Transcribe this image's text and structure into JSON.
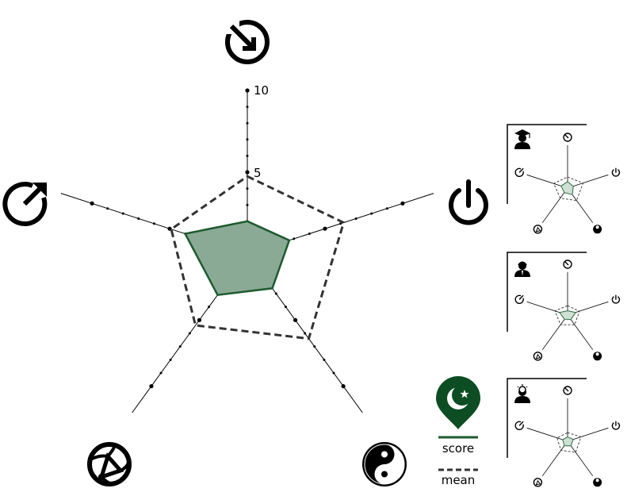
{
  "chart_data": {
    "type": "radar",
    "axis_count": 5,
    "range": [
      0,
      10
    ],
    "tick_labels": [
      "5",
      "10"
    ],
    "colors": {
      "score_fill": "#8aaa96",
      "score_stroke": "#1f5a2f",
      "mean": "#333333",
      "axis": "#000000",
      "flag": "#0d4d24"
    },
    "axis_icons": [
      "arrow-into-circle-icon",
      "power-icon",
      "yin-yang-icon",
      "globe-ball-icon",
      "arrow-out-circle-icon"
    ],
    "main": {
      "series": [
        {
          "name": "score",
          "values": [
            2.0,
            2.7,
            2.6,
            3.1,
            4.0
          ]
        },
        {
          "name": "mean",
          "values": [
            4.75,
            6.2,
            6.4,
            5.4,
            4.9
          ]
        }
      ]
    },
    "small_multiples": [
      {
        "icon": "graduate-person-icon",
        "score": [
          1.5,
          1.4,
          1.9,
          1.3,
          1.6
        ],
        "mean": [
          2.6,
          3.8,
          3.6,
          2.9,
          3.4
        ]
      },
      {
        "icon": "suit-person-icon",
        "score": [
          1.0,
          2.0,
          1.3,
          1.2,
          2.0
        ],
        "mean": [
          2.2,
          2.9,
          2.8,
          2.8,
          3.1
        ]
      },
      {
        "icon": "idea-person-icon",
        "score": [
          1.0,
          1.4,
          1.3,
          1.3,
          1.2
        ],
        "mean": [
          2.0,
          3.3,
          3.2,
          2.6,
          2.6
        ]
      }
    ]
  },
  "legend": {
    "flag_icon": "pakistan-flag-pin-icon",
    "score_label": "score",
    "mean_label": "mean"
  }
}
